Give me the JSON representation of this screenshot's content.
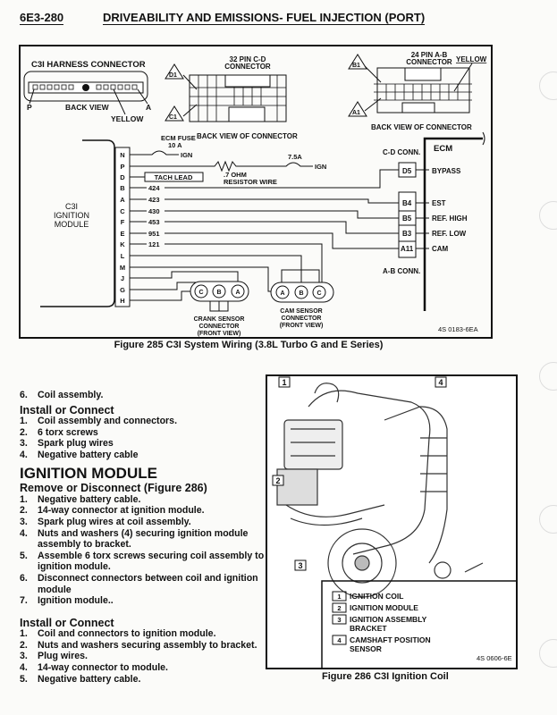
{
  "header": {
    "page_number": "6E3-280",
    "title": "DRIVEABILITY AND EMISSIONS- FUEL INJECTION (PORT)"
  },
  "figure285": {
    "harness_title": "C3I HARNESS CONNECTOR",
    "harness_p": "P",
    "harness_a": "A",
    "harness_back_view": "BACK VIEW",
    "harness_yellow": "YELLOW",
    "cd_title1": "32 PIN C-D",
    "cd_title2": "CONNECTOR",
    "cd_d1": "D1",
    "cd_c1": "C1",
    "cd_back": "BACK VIEW OF CONNECTOR",
    "ab_title1": "24 PIN A-B",
    "ab_title2": "CONNECTOR",
    "ab_yellow": "YELLOW",
    "ab_b1": "B1",
    "ab_a1": "A1",
    "ab_back": "BACK VIEW OF CONNECTOR",
    "ecm": "ECM",
    "cd_conn": "C-D CONN.",
    "ab_conn": "A-B CONN.",
    "ecm_pins": [
      {
        "pin": "D5",
        "label": "BYPASS"
      },
      {
        "pin": "B4",
        "label": "EST"
      },
      {
        "pin": "B5",
        "label": "REF. HIGH"
      },
      {
        "pin": "B3",
        "label": "REF. LOW"
      },
      {
        "pin": "A11",
        "label": "CAM"
      }
    ],
    "module_label": [
      "C3I",
      "IGNITION",
      "MODULE"
    ],
    "module_pins": [
      "N",
      "P",
      "D",
      "B",
      "A",
      "C",
      "F",
      "E",
      "K",
      "L",
      "M",
      "J",
      "G",
      "H"
    ],
    "wire_numbers": [
      "424",
      "423",
      "430",
      "453",
      "951",
      "121"
    ],
    "ecm_fuse1": "ECM FUSE",
    "ecm_fuse2": "10 A",
    "ign1": "IGN",
    "fuse2": "7.5A",
    "ign2": "IGN",
    "resistor1": ".7 OHM",
    "resistor2": "RESISTOR WIRE",
    "tach_lead": "TACH LEAD",
    "crank_pins": [
      "C",
      "B",
      "A"
    ],
    "crank_label": [
      "CRANK SENSOR",
      "CONNECTOR",
      "(FRONT VIEW)"
    ],
    "cam_pins": [
      "A",
      "B",
      "C"
    ],
    "cam_label": [
      "CAM SENSOR",
      "CONNECTOR",
      "(FRONT VIEW)"
    ],
    "ref": "4S 0183-6EA",
    "caption": "Figure 285 C3I System Wiring (3.8L Turbo G and E Series)"
  },
  "text": {
    "remove_tail": {
      "num": "6.",
      "text": "Coil assembly."
    },
    "install1_heading": "Install or Connect",
    "install1": [
      {
        "num": "1.",
        "text": "Coil assembly and connectors."
      },
      {
        "num": "2.",
        "text": "6 torx screws"
      },
      {
        "num": "3.",
        "text": "Spark plug wires"
      },
      {
        "num": "4.",
        "text": "Negative battery cable"
      }
    ],
    "section_heading": "IGNITION MODULE",
    "remove_heading": "Remove or Disconnect (Figure 286)",
    "remove": [
      {
        "num": "1.",
        "text": "Negative battery cable."
      },
      {
        "num": "2.",
        "text": "14-way connector at ignition module."
      },
      {
        "num": "3.",
        "text": "Spark plug wires at coil assembly."
      },
      {
        "num": "4.",
        "text": "Nuts and washers (4) securing ignition module assembly to bracket."
      },
      {
        "num": "5.",
        "text": "Assemble 6 torx screws securing coil assembly to ignition module."
      },
      {
        "num": "6.",
        "text": "Disconnect connectors between coil and ignition module"
      },
      {
        "num": "7.",
        "text": "Ignition module.."
      }
    ],
    "install2_heading": "Install or Connect",
    "install2": [
      {
        "num": "1.",
        "text": "Coil and connectors to ignition module."
      },
      {
        "num": "2.",
        "text": "Nuts and washers securing assembly to bracket."
      },
      {
        "num": "3.",
        "text": "Plug wires."
      },
      {
        "num": "4.",
        "text": "14-way connector to module."
      },
      {
        "num": "5.",
        "text": "Negative battery cable."
      }
    ]
  },
  "figure286": {
    "callouts": [
      "1",
      "2",
      "3",
      "4"
    ],
    "legend": [
      {
        "num": "1",
        "label": [
          "IGNITION COIL"
        ]
      },
      {
        "num": "2",
        "label": [
          "IGNITION MODULE"
        ]
      },
      {
        "num": "3",
        "label": [
          "IGNITION ASSEMBLY",
          "BRACKET"
        ]
      },
      {
        "num": "4",
        "label": [
          "CAMSHAFT POSITION",
          "SENSOR"
        ]
      }
    ],
    "ref": "4S 0606-6E",
    "caption": "Figure 286 C3I Ignition Coil"
  }
}
